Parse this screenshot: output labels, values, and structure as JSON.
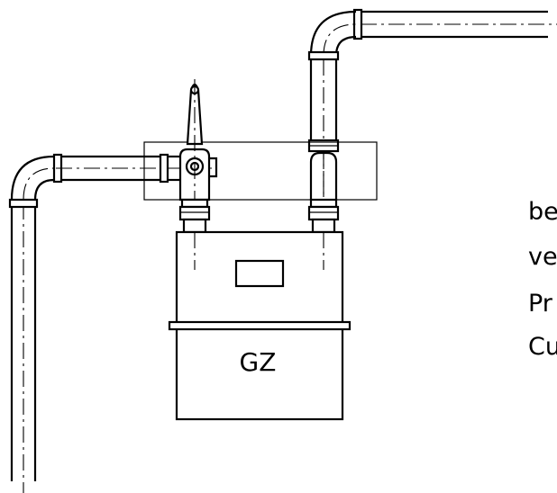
{
  "meter": {
    "label": "GZ"
  },
  "side_text": [
    "be",
    "ve",
    "Pr",
    "Cu"
  ]
}
